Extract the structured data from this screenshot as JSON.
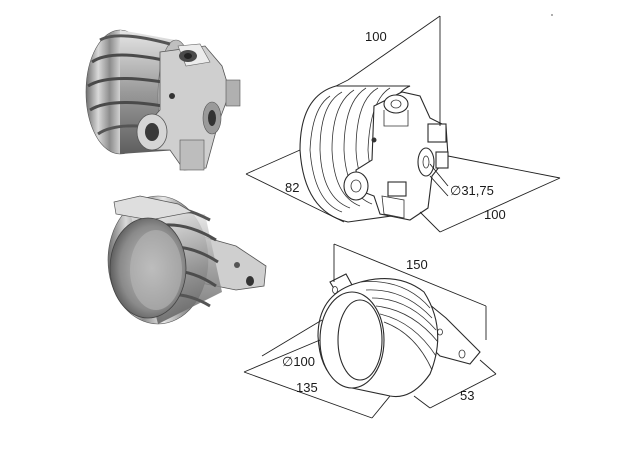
{
  "dimensions": {
    "upper_length": "100",
    "upper_width": "82",
    "upper_shaft": "∅31,75",
    "upper_depth": "100",
    "lower_height": "150",
    "lower_bore": "∅100",
    "lower_width": "135",
    "lower_depth": "53"
  },
  "colors": {
    "metal_light": "#e4e4e4",
    "metal_mid": "#a8a8a8",
    "metal_dark": "#5a5a5a",
    "line": "#222222"
  }
}
